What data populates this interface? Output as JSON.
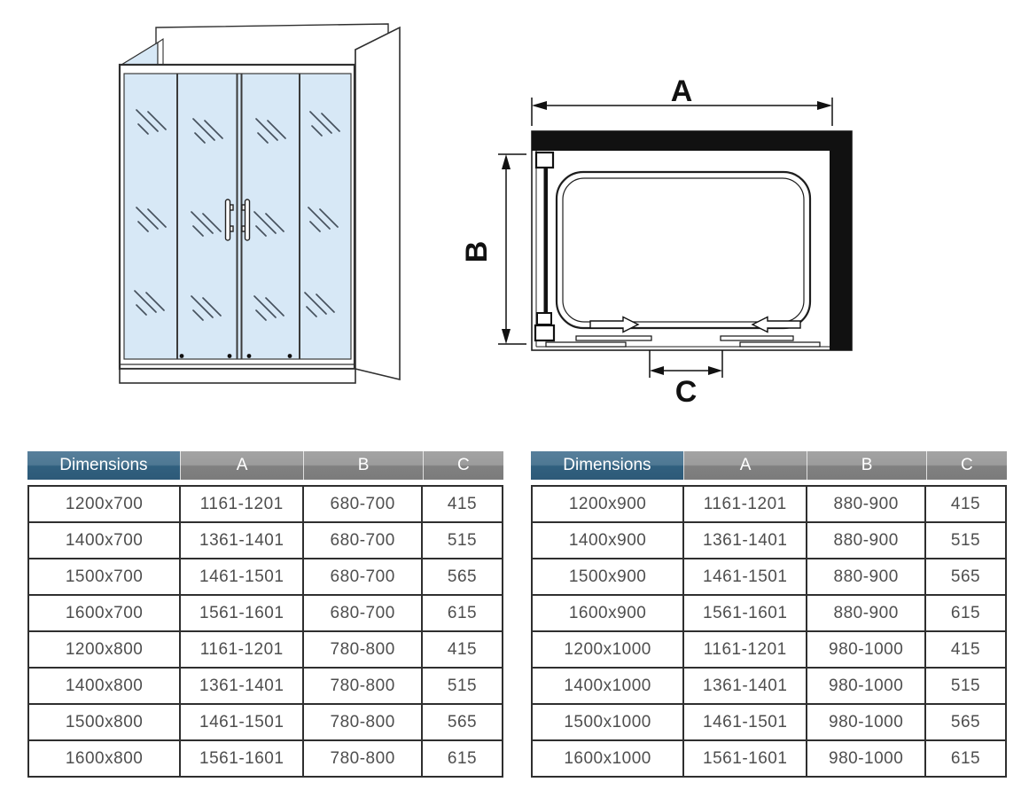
{
  "labels": {
    "a": "A",
    "b": "B",
    "c": "C"
  },
  "colors": {
    "glass_blue": "#d7e8f6",
    "line_dark": "#2f2f2f",
    "wall_black": "#111111",
    "header_blue_top": "#577f9b",
    "header_blue_bottom": "#2d5a78",
    "header_gray_top": "#a3a3a3",
    "header_gray_bottom": "#7b7b7b",
    "table_border": "#2f2f2f",
    "cell_text": "#4e4e4e"
  },
  "tables": [
    {
      "headers": [
        "Dimensions",
        "A",
        "B",
        "C"
      ],
      "rows": [
        [
          "1200x700",
          "1161-1201",
          "680-700",
          "415"
        ],
        [
          "1400x700",
          "1361-1401",
          "680-700",
          "515"
        ],
        [
          "1500x700",
          "1461-1501",
          "680-700",
          "565"
        ],
        [
          "1600x700",
          "1561-1601",
          "680-700",
          "615"
        ],
        [
          "1200x800",
          "1161-1201",
          "780-800",
          "415"
        ],
        [
          "1400x800",
          "1361-1401",
          "780-800",
          "515"
        ],
        [
          "1500x800",
          "1461-1501",
          "780-800",
          "565"
        ],
        [
          "1600x800",
          "1561-1601",
          "780-800",
          "615"
        ]
      ]
    },
    {
      "headers": [
        "Dimensions",
        "A",
        "B",
        "C"
      ],
      "rows": [
        [
          "1200x900",
          "1161-1201",
          "880-900",
          "415"
        ],
        [
          "1400x900",
          "1361-1401",
          "880-900",
          "515"
        ],
        [
          "1500x900",
          "1461-1501",
          "880-900",
          "565"
        ],
        [
          "1600x900",
          "1561-1601",
          "880-900",
          "615"
        ],
        [
          "1200x1000",
          "1161-1201",
          "980-1000",
          "415"
        ],
        [
          "1400x1000",
          "1361-1401",
          "980-1000",
          "515"
        ],
        [
          "1500x1000",
          "1461-1501",
          "980-1000",
          "565"
        ],
        [
          "1600x1000",
          "1561-1601",
          "980-1000",
          "615"
        ]
      ]
    }
  ]
}
